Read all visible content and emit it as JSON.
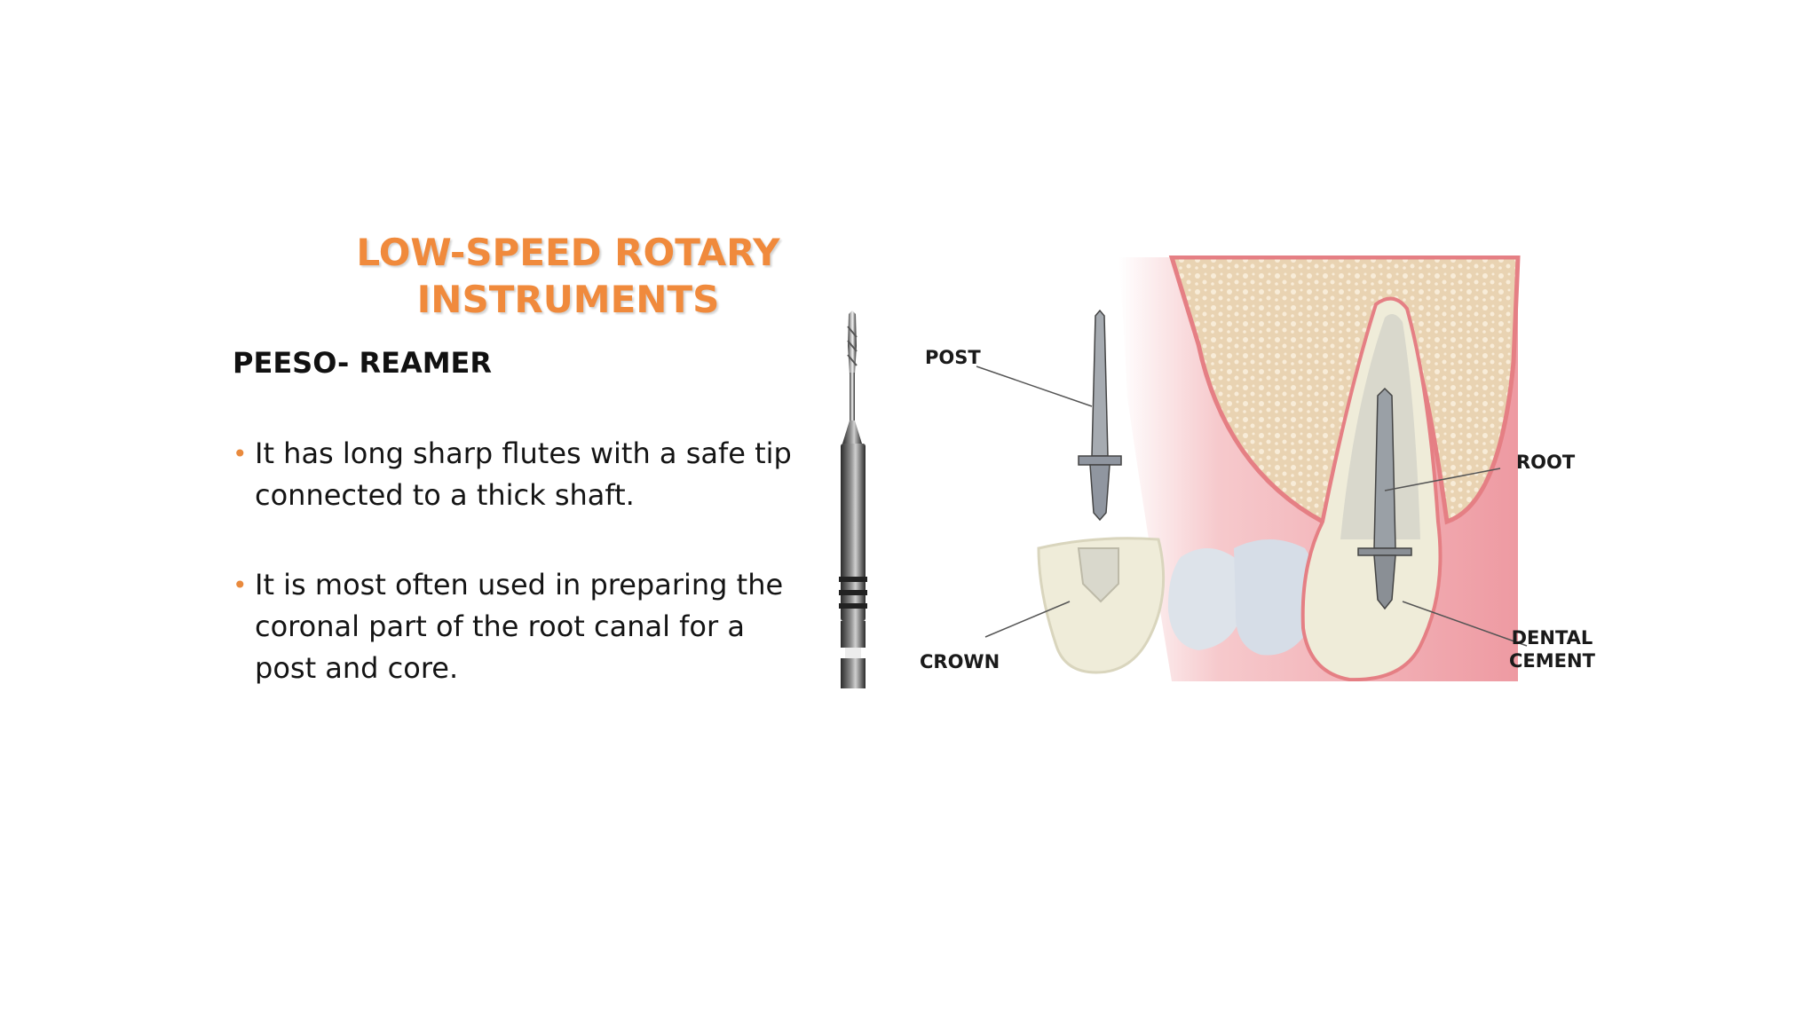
{
  "slide": {
    "title_line1": "LOW-SPEED ROTARY",
    "title_line2": "INSTRUMENTS",
    "subtitle": "PEESO- REAMER",
    "bullets": [
      "It has long sharp flutes with a safe tip connected to a thick shaft.",
      "It is most often used in preparing the coronal part of the root canal for a post and core."
    ],
    "bullet_glyph": "•"
  },
  "diagram": {
    "labels": {
      "post": "POST",
      "root": "ROOT",
      "crown": "CROWN",
      "dental_cement_line1": "DENTAL",
      "dental_cement_line2": "CEMENT"
    }
  },
  "colors": {
    "title": "#f08a3c",
    "bullet": "#e98a3d",
    "gum": "#f2b3b8",
    "bone": "#e8d3b3",
    "tooth": "#f1edd8"
  }
}
